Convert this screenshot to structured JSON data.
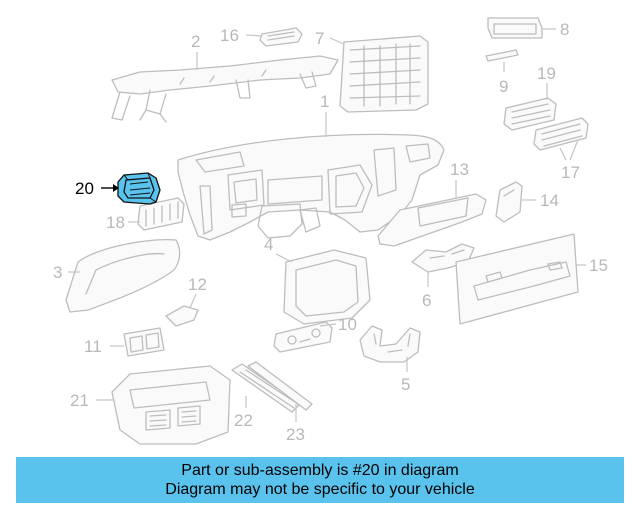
{
  "highlighted_part": "20",
  "colors": {
    "highlight": "#59c3ee",
    "banner": "#59c3ee",
    "part_line": "#bdbdbd",
    "label_gray": "#b8b8b8"
  },
  "labels": {
    "p1": "1",
    "p2": "2",
    "p3": "3",
    "p4": "4",
    "p5": "5",
    "p6": "6",
    "p7": "7",
    "p8": "8",
    "p9": "9",
    "p10": "10",
    "p11": "11",
    "p12": "12",
    "p13": "13",
    "p14": "14",
    "p15": "15",
    "p16": "16",
    "p17": "17",
    "p18": "18",
    "p19": "19",
    "p20": "20",
    "p21": "21",
    "p22": "22",
    "p23": "23"
  },
  "banner": {
    "line1": "Part or sub-assembly is #20 in diagram",
    "line2": "Diagram may not be specific to your vehicle"
  }
}
